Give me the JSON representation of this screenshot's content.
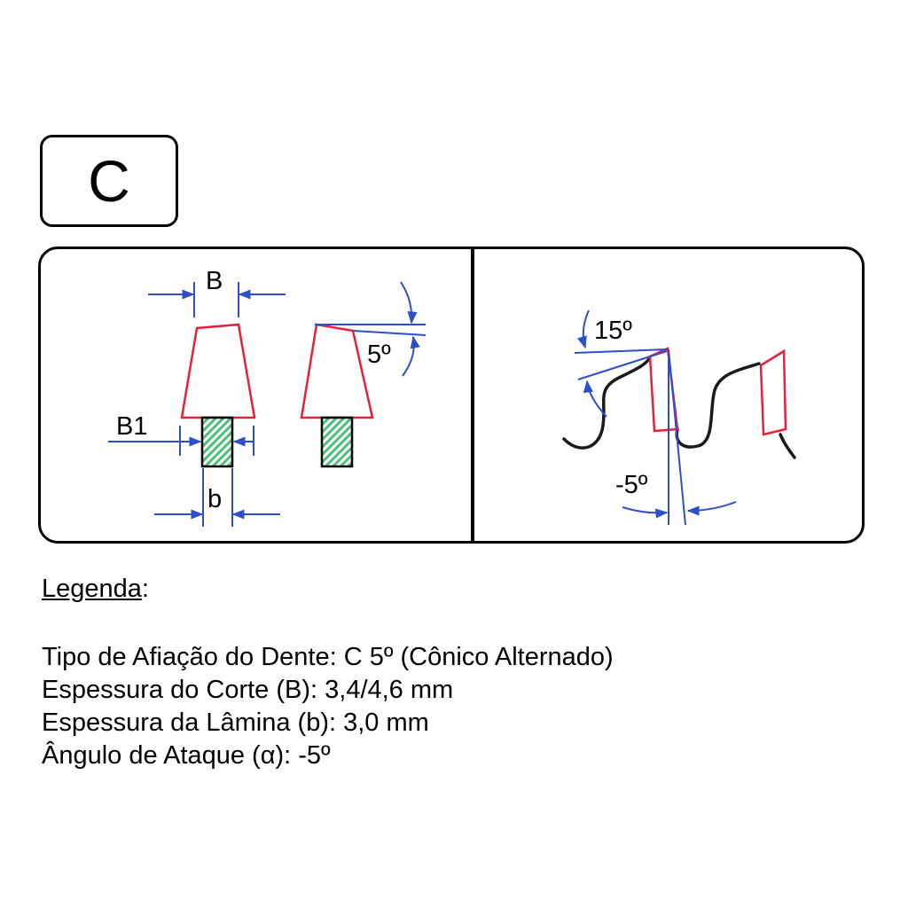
{
  "type_letter": "C",
  "labels": {
    "B": "B",
    "B1": "B1",
    "b": "b",
    "side_angle": "5º",
    "top_angle": "15º",
    "attack_angle": "-5º"
  },
  "legend": {
    "title": "Legenda",
    "colon": ":",
    "lines": [
      "Tipo de Afiação do Dente: C 5º (Cônico Alternado)",
      "Espessura do Corte (B): 3,4/4,6 mm",
      "Espessura da Lâmina (b): 3,0 mm",
      "Ângulo de Ataque (α): -5º"
    ]
  },
  "colors": {
    "tooth_outline": "#e8203a",
    "dimension_lines": "#2f4fc8",
    "blade_fill": "#4cbf7a",
    "outline": "#000000"
  }
}
